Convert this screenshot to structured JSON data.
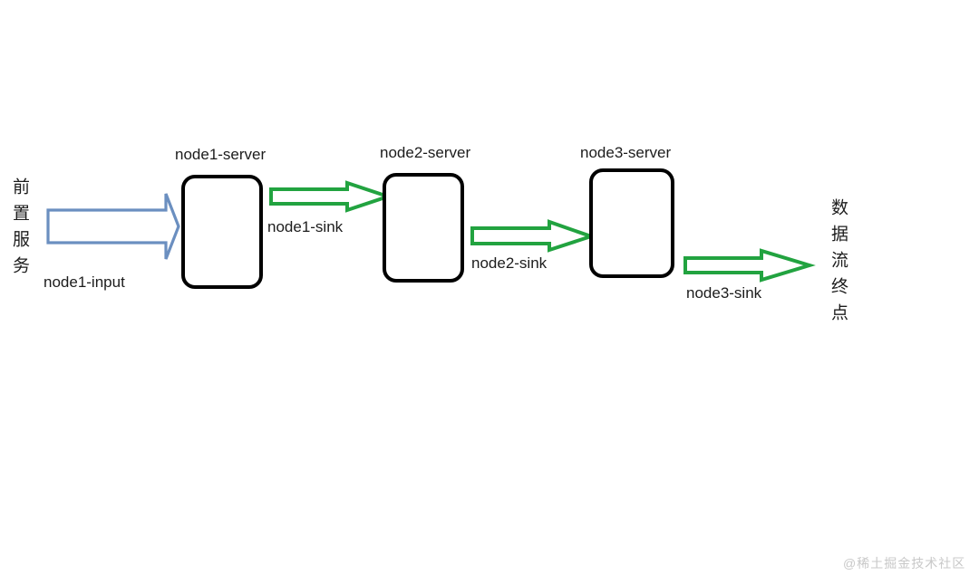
{
  "diagram": {
    "type": "flow-pipeline",
    "background_color": "#ffffff",
    "source_label": "前置服务",
    "sink_label": "数据流终点",
    "input_arrow": {
      "label": "node1-input",
      "color": "#6b8fc0",
      "style": "hollow-block-arrow"
    },
    "nodes": [
      {
        "title": "node1-server",
        "outgoing_label": "node1-sink"
      },
      {
        "title": "node2-server",
        "outgoing_label": "node2-sink"
      },
      {
        "title": "node3-server",
        "outgoing_label": "node3-sink"
      }
    ],
    "node_arrow_color": "#22a340",
    "node_border_color": "#000000",
    "watermark": "@稀土掘金技术社区"
  }
}
